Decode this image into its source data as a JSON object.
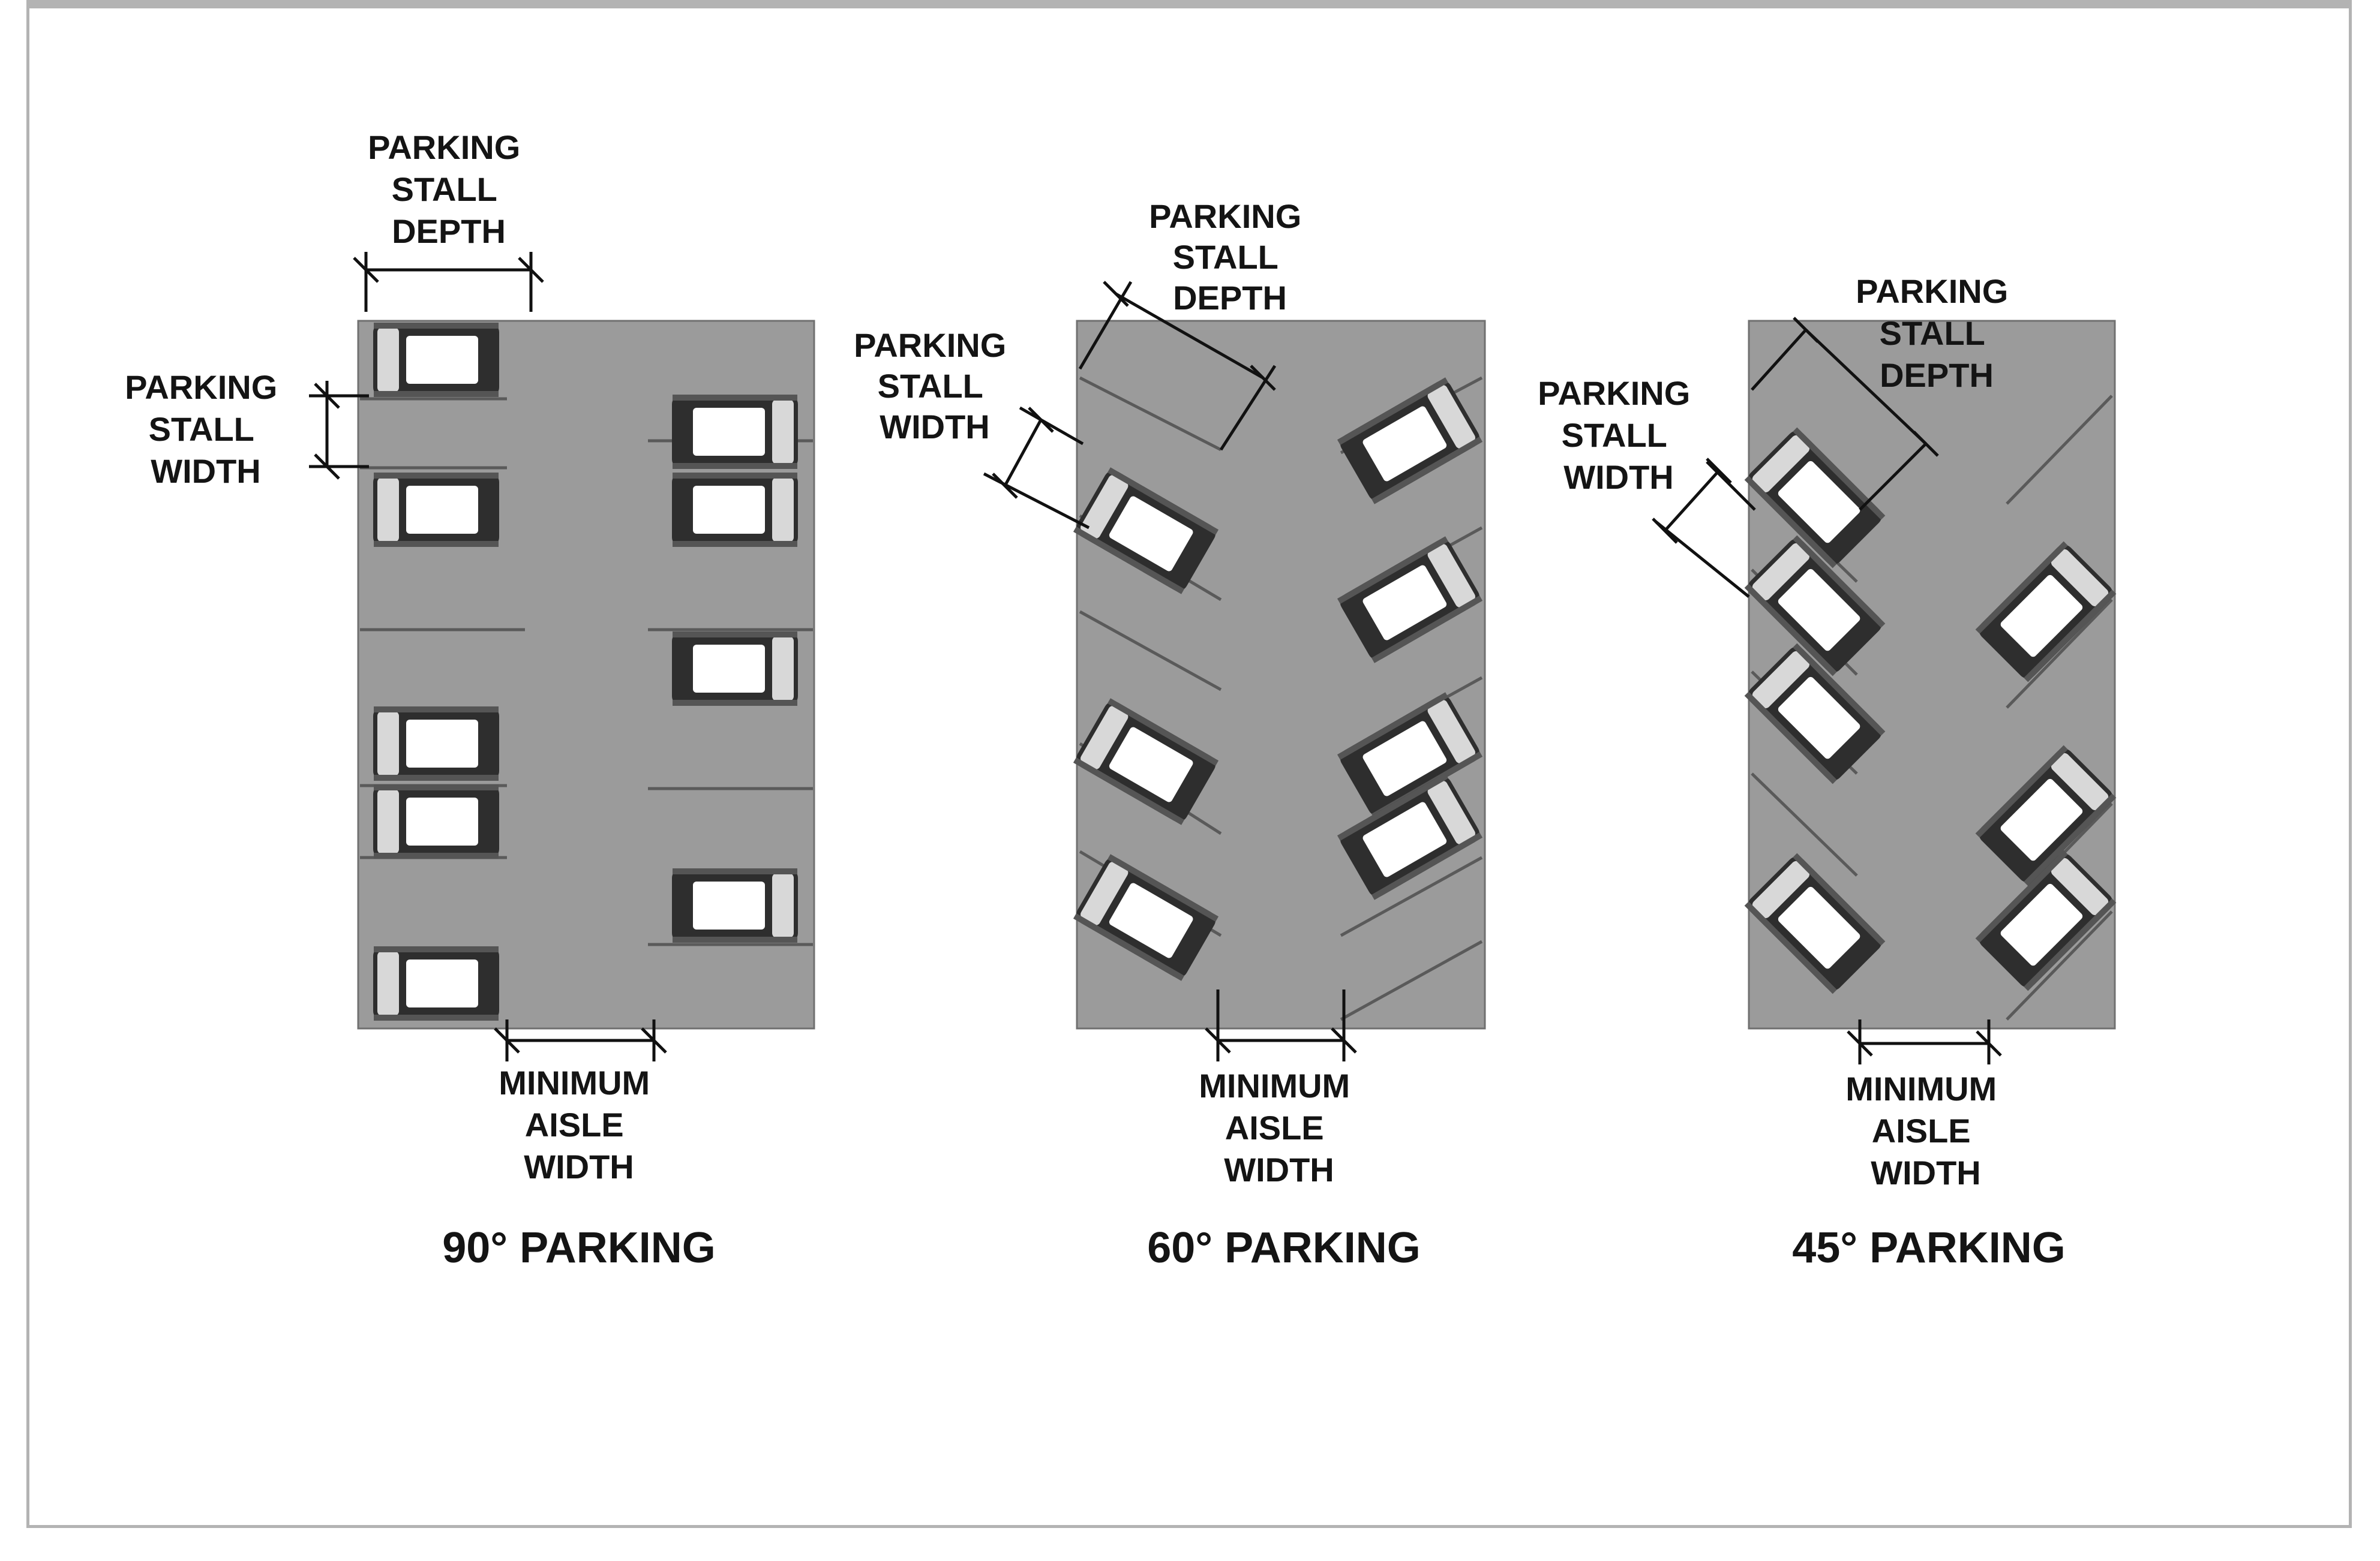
{
  "colors": {
    "pavement": "#9b9b9b",
    "car_body": "#2e2e2e",
    "car_roof": "#ffffff",
    "frame_border": "#b3b3b3",
    "text": "#141414"
  },
  "panels": [
    {
      "title": "90° PARKING",
      "stall_depth_label": [
        "PARKING",
        "STALL",
        "DEPTH"
      ],
      "stall_width_label": [
        "PARKING",
        "STALL",
        "WIDTH"
      ],
      "aisle_label": [
        "MINIMUM",
        "AISLE",
        "WIDTH"
      ],
      "angle_deg": 90
    },
    {
      "title": "60° PARKING",
      "stall_depth_label": [
        "PARKING",
        "STALL",
        "DEPTH"
      ],
      "stall_width_label": [
        "PARKING",
        "STALL",
        "WIDTH"
      ],
      "aisle_label": [
        "MINIMUM",
        "AISLE",
        "WIDTH"
      ],
      "angle_deg": 60
    },
    {
      "title": "45° PARKING",
      "stall_depth_label": [
        "PARKING",
        "STALL",
        "DEPTH"
      ],
      "stall_width_label": [
        "PARKING",
        "STALL",
        "WIDTH"
      ],
      "aisle_label": [
        "MINIMUM",
        "AISLE",
        "WIDTH"
      ],
      "angle_deg": 45
    }
  ]
}
